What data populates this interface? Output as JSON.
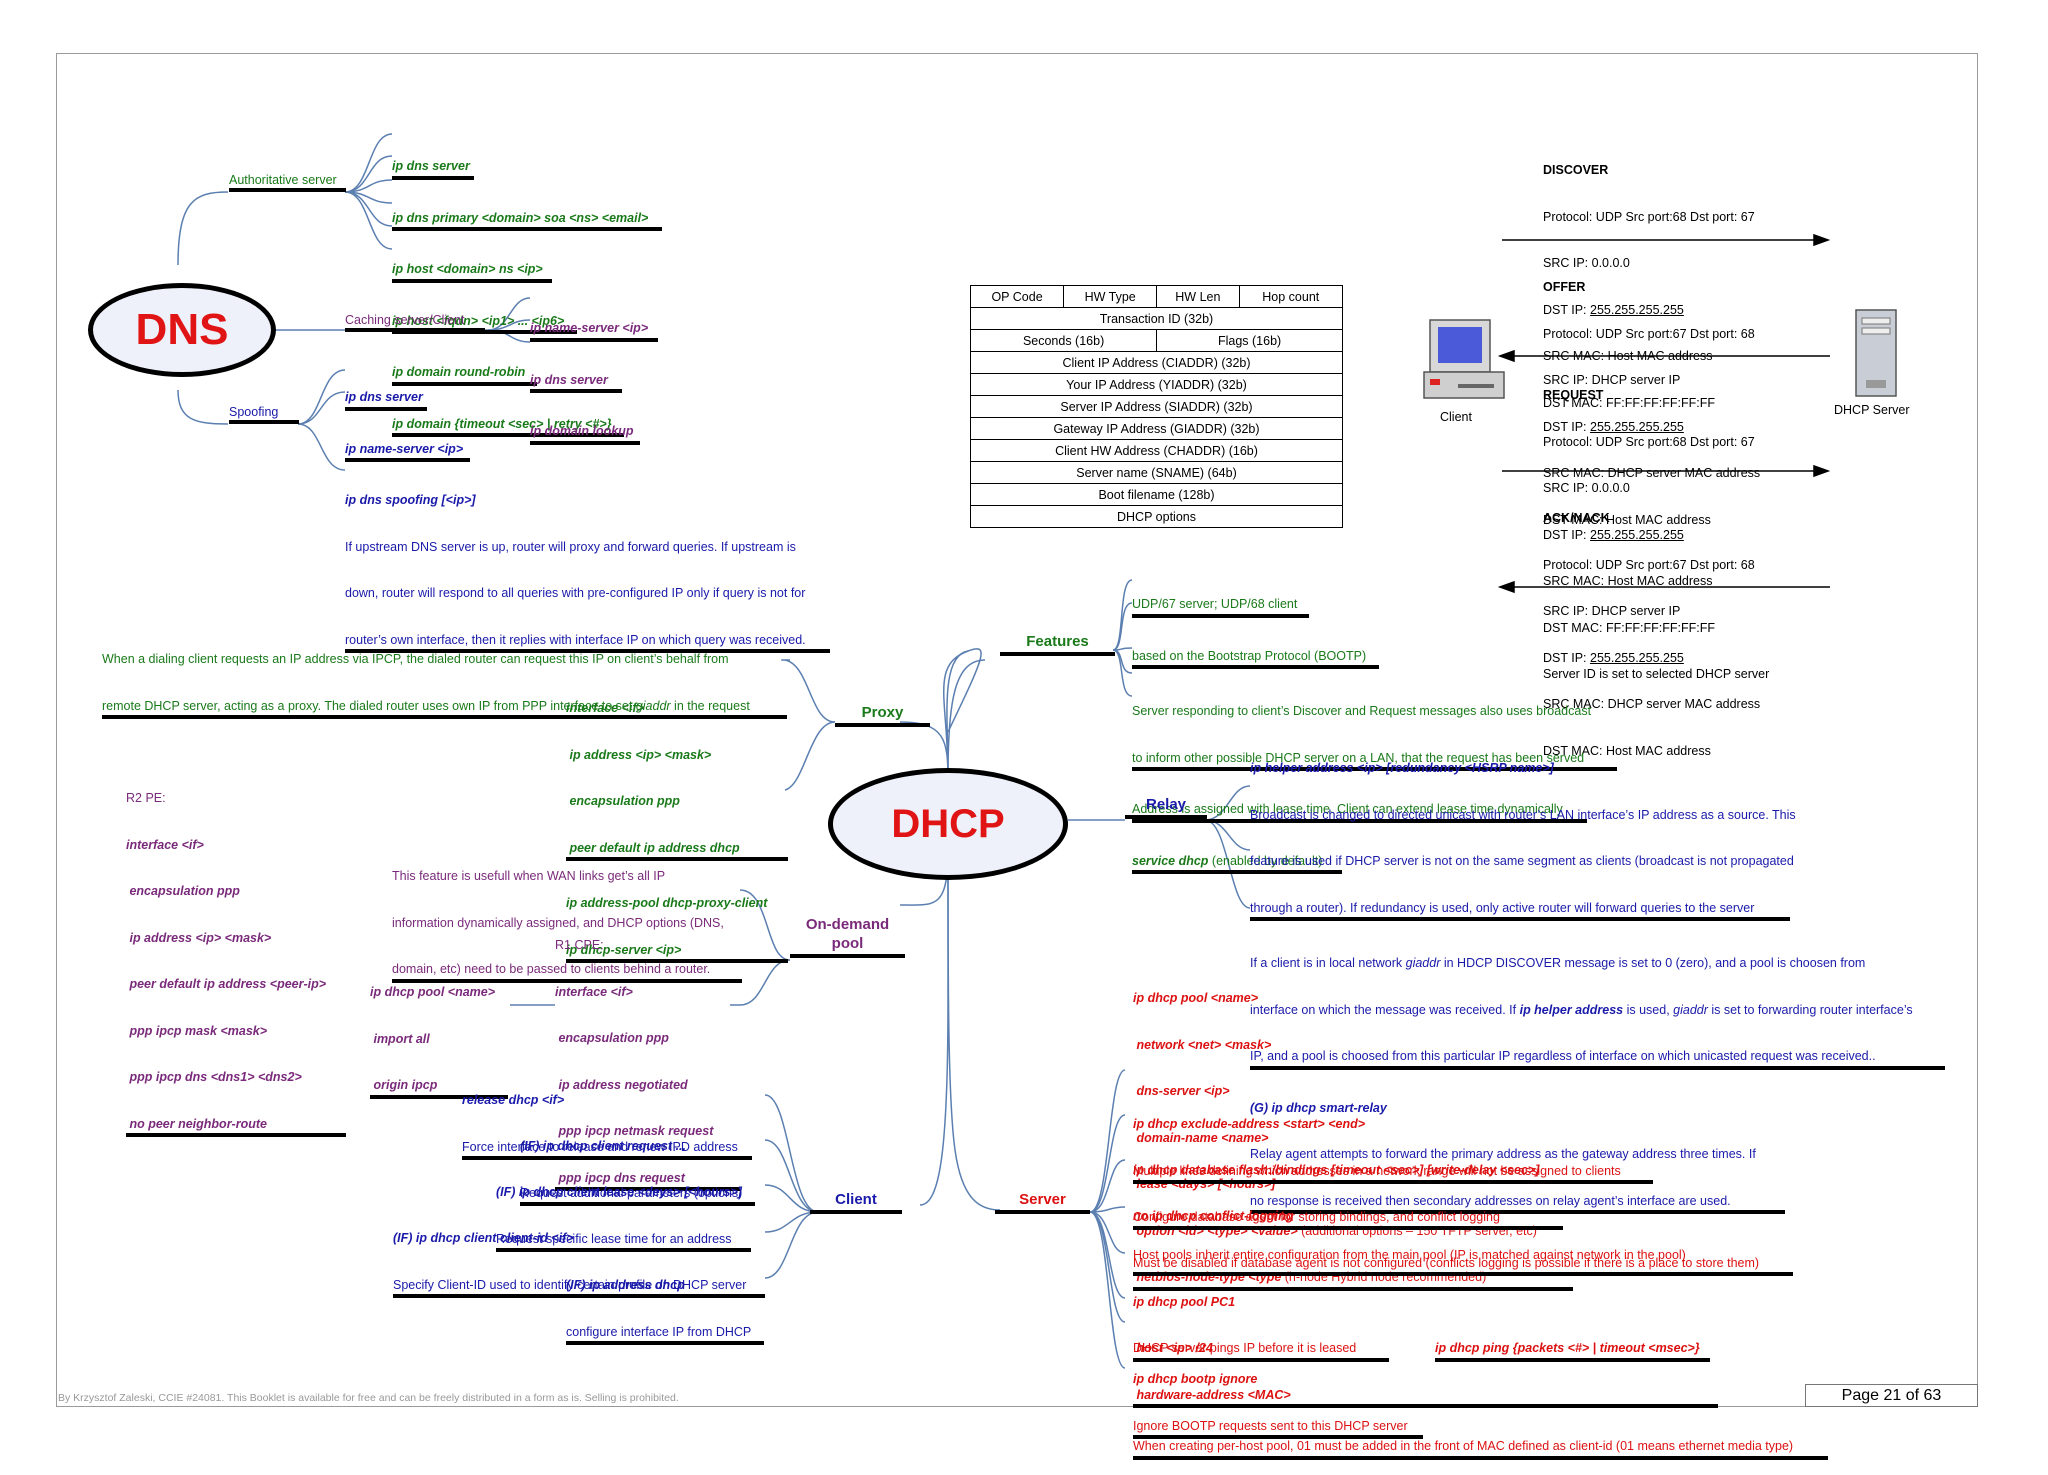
{
  "dns": {
    "title": "DNS",
    "auth": {
      "label": "Authoritative server",
      "items": [
        "ip dns server",
        "ip dns primary <domain> soa <ns> <email>",
        "ip host <domain> ns <ip>",
        "ip host <fqdn> <ip1> ... <ip6>",
        "ip domain round-robin",
        "ip domain {timeout <sec> | retry <#>}"
      ]
    },
    "cache": {
      "label": "Caching server/Client",
      "items": [
        "ip name-server <ip>",
        "ip dns server",
        "ip domain lookup"
      ]
    },
    "spoof": {
      "label": "Spoofing",
      "items": [
        "ip dns server",
        "ip name-server <ip>",
        "ip dns spoofing [<ip>]"
      ],
      "desc": [
        "If upstream DNS server is up, router will proxy and forward queries. If upstream is",
        "down, router will respond to all queries with pre-configured IP only if query is not for",
        "router’s own interface, then it replies with interface IP on which query was received."
      ]
    }
  },
  "packet": {
    "row1": [
      "OP Code",
      "HW Type",
      "HW Len",
      "Hop count"
    ],
    "transaction": "Transaction ID (32b)",
    "seconds": "Seconds (16b)",
    "flags": "Flags (16b)",
    "rows": [
      "Client IP Address (CIADDR) (32b)",
      "Your IP Address (YIADDR) (32b)",
      "Server IP Address (SIADDR) (32b)",
      "Gateway IP Address (GIADDR) (32b)",
      "Client HW Address (CHADDR) (16b)",
      "Server name (SNAME) (64b)",
      "Boot filename  (128b)",
      "DHCP options"
    ]
  },
  "exchange": {
    "client_label": "Client",
    "server_label": "DHCP Server",
    "discover": {
      "title": "DISCOVER",
      "l1": "Protocol: UDP Src port:68 Dst port: 67",
      "l2": "SRC IP: 0.0.0.0",
      "dst_pre": "DST IP: ",
      "dst_ip": "255.255.255.255",
      "l4": "SRC MAC: Host MAC address",
      "l5": "DST MAC: FF:FF:FF:FF:FF:FF"
    },
    "offer": {
      "title": "OFFER",
      "l1": "Protocol: UDP Src port:67 Dst port: 68",
      "l2": "SRC IP: DHCP server IP",
      "dst_pre": "DST IP: ",
      "dst_ip": "255.255.255.255",
      "l4": "SRC MAC: DHCP server MAC address",
      "l5": "DST MAC: Host MAC address"
    },
    "request": {
      "title": "REQUEST",
      "l1": "Protocol: UDP Src port:68 Dst port: 67",
      "l2": "SRC IP: 0.0.0.0",
      "dst_pre": "DST IP: ",
      "dst_ip": "255.255.255.255",
      "l4": "SRC MAC: Host MAC address",
      "l5": "DST MAC: FF:FF:FF:FF:FF:FF",
      "l6": "Server ID is set to selected DHCP server"
    },
    "ack": {
      "title": "ACK/NACK",
      "l1": "Protocol: UDP Src port:67 Dst port: 68",
      "l2": "SRC IP: DHCP server IP",
      "dst_pre": "DST IP: ",
      "dst_ip": "255.255.255.255",
      "l4": "SRC MAC: DHCP server MAC address",
      "l5": "DST MAC: Host MAC address"
    }
  },
  "dhcp": {
    "title": "DHCP",
    "features": {
      "label": "Features",
      "f1": "UDP/67 server; UDP/68 client",
      "f2": "based on the Bootstrap Protocol (BOOTP)",
      "f3a": "Server responding to client’s Discover and Request messages also uses broadcast",
      "f3b": "to inform other possible DHCP server on a LAN, that the request has been served",
      "f4": "Address is assigned with lease time. Client can extend lease time dynamically",
      "f5cmd": "service dhcp",
      "f5rest": " (enabled by default)"
    },
    "relay": {
      "label": "Relay",
      "r1cmd": "ip helper address <ip> [redundancy <HSRP name>]",
      "r1": [
        "Broadcast is changed to directed unicast with router’s LAN interface’s IP address as a source. This",
        "feature is used if DHCP server is not on the same segment as clients (broadcast is not propagated",
        "through a router). If redundancy is used, only active router will forward queries to the server"
      ],
      "r2a_pre": "If a client is in local network ",
      "r2a_it": "giaddr",
      "r2a_post": " in HDCP DISCOVER message is set to 0 (zero), and a pool is choosen from",
      "r2b_pre": "interface on which the message was received. If ",
      "r2b_cmd": "ip helper address",
      "r2b_mid": " is used, ",
      "r2b_it": "giaddr",
      "r2b_post": " is set to forwarding router interface’s",
      "r2c": "IP, and a pool is choosed from this particular IP regardless of interface on which unicasted request was received..",
      "r3cmd": "(G) ip dhcp smart-relay",
      "r3": [
        "Relay agent attempts to forward the primary address as the gateway address three times. If",
        "no response is received then secondary addresses on relay agent’s interface are used."
      ]
    },
    "proxy": {
      "label": "Proxy",
      "desc1": "When a dialing client requests an IP address via IPCP, the dialed router can request this IP on client’s behalf from",
      "desc2_pre": "remote DHCP server, acting as a proxy. The dialed router uses own IP from PPP interface to set ",
      "desc2_it": "giaddr",
      "desc2_post": " in the request",
      "cmds": [
        "interface <if>",
        " ip address <ip> <mask>",
        " encapsulation ppp",
        " peer default ip address dhcp"
      ],
      "cmds2": [
        "ip address-pool dhcp-proxy-client",
        "ip dhcp-server <ip>"
      ]
    },
    "ondemand": {
      "label1": "On-demand",
      "label2": "pool",
      "r2pe_title": "R2 PE:",
      "r2pe": [
        "interface <if>",
        " encapsulation ppp",
        " ip address <ip> <mask>",
        " peer default ip address <peer-ip>",
        " ppp ipcp mask <mask>",
        " ppp ipcp dns <dns1> <dns2>",
        " no peer neighbor-route"
      ],
      "desc": [
        "This feature is usefull when WAN links get’s all IP",
        "information dynamically assigned, and DHCP options (DNS,",
        "domain, etc) need to be passed to clients behind a router."
      ],
      "r1cpe_title": "R1 CPE:",
      "r1cpe": [
        "interface <if>",
        " encapsulation ppp",
        " ip address negotiated",
        " ppp ipcp netmask request",
        " ppp ipcp dns request"
      ],
      "pool": [
        "ip dhcp pool <name>",
        " import all",
        " origin ipcp"
      ]
    },
    "client": {
      "label": "Client",
      "c1cmd": "release dhcp <if>",
      "c1": "Force interface to release and renew IPD address",
      "c2cmd": "(IF) ip dhcp client request ...",
      "c2": "Request additional parameters (options)",
      "c3cmd": "(IF) ip dhcp client lease <deys> [<hours>]",
      "c3": "Request specific lease time for an address",
      "c4cmd": "(IF) ip dhcp client client-id <if>",
      "c4": "Specify Client-ID used to identify certain profile on DHCP server",
      "c5cmd": "(IF) ip address dhcp",
      "c5": "configure interface IP from DHCP"
    },
    "server": {
      "label": "Server",
      "pool": [
        "ip dhcp pool <name>",
        " network <net> <mask>",
        " dns-server <ip>",
        " domain-name <name>",
        " lease <days> [<hours>]"
      ],
      "opt_cmd": " option <id> <type> <value>",
      "opt_rest": " (additional options – 150 TFTP server, etc)",
      "nb_cmd": " netbios-node-type <type",
      "nb_rest": " (h-node Hybrid node recommended)",
      "s2cmd": "ip dhcp exclude-address <start> <end>",
      "s2": "Multiple lines defining which addresses in a network range will not be assigned to clients",
      "s3cmd": "ip dhcp database flash:/bindings [timeout <sec>] [write-delay <sec>]",
      "s3": "Configure database agent for storing bindings, and conflict logging",
      "s4cmd": "no ip dhcp conflict-logging",
      "s4": "Must be disabled if database agent is not configured (conflicts logging is possible if there is a place to store them)",
      "s5": "Host pools inherit entire configuration from the main pool (IP is matched against network in the pool)",
      "s5cmds": [
        "ip dhcp pool PC1",
        " host <ip> /24",
        " hardware-address <MAC>"
      ],
      "s6": "When creating per-host pool, 01 must be added in the front of MAC defined as client-id (01 means ethernet media type)",
      "s7": "DHCP server pings IP before it is leased",
      "s7cmd": "ip dhcp ping {packets <#> | timeout <msec>}",
      "s8cmd": "ip dhcp bootp ignore",
      "s8": "Ignore BOOTP requests sent to this DHCP server"
    }
  },
  "footer": {
    "credit": "By Krzysztof Zaleski, CCIE #24081. This Booklet is available for free and can be freely distributed in a form as is. Selling is prohibited.",
    "page": "Page 21 of 63"
  }
}
